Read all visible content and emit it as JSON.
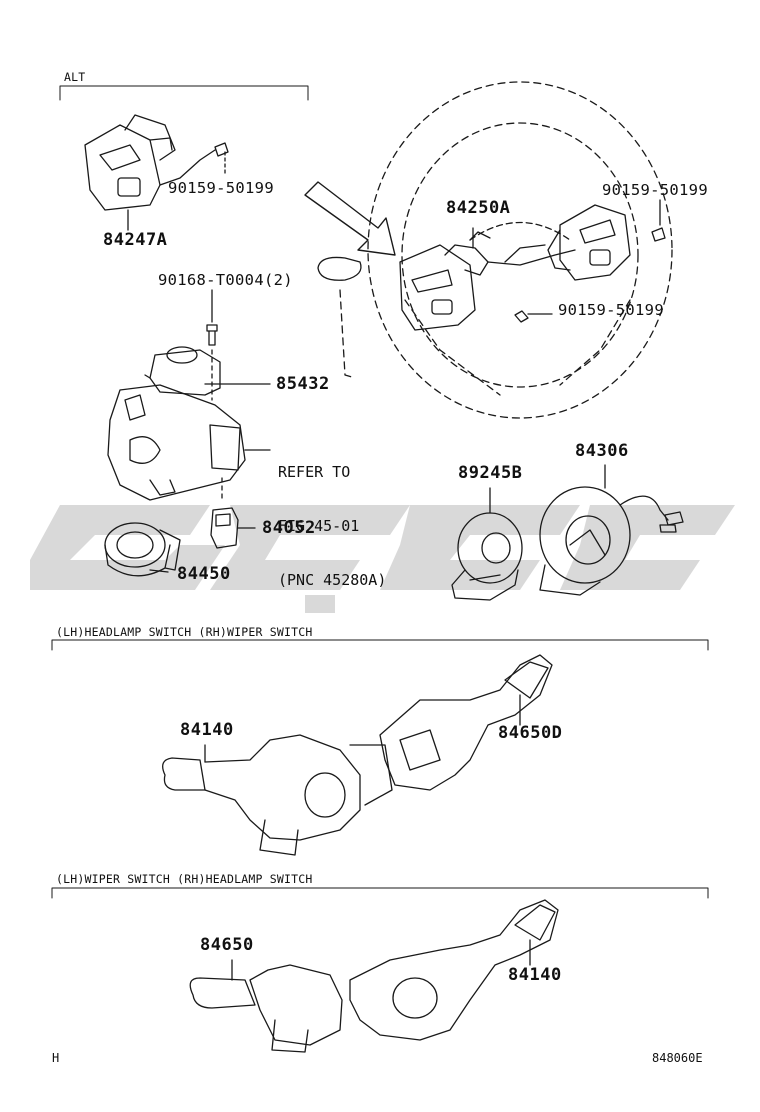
{
  "sections": {
    "alt": "ALT",
    "lh_headlamp_rh_wiper": "(LH)HEADLAMP SWITCH  (RH)WIPER SWITCH",
    "lh_wiper_rh_headlamp": "(LH)WIPER SWITCH  (RH)HEADLAMP SWITCH"
  },
  "parts": {
    "p84247A": "84247A",
    "p90159_alt": "90159-50199",
    "p90168": "90168-T0004(2)",
    "p85432": "85432",
    "p84052": "84052",
    "p84450": "84450",
    "p84250A": "84250A",
    "p90159_right": "90159-50199",
    "p90159_mid": "90159-50199",
    "p89245B": "89245B",
    "p84306": "84306",
    "p84140_top": "84140",
    "p84650D": "84650D",
    "p84650": "84650",
    "p84140_bottom": "84140"
  },
  "reference": {
    "line1": "REFER TO",
    "line2": "FIG 45-01",
    "line3": "(PNC 45280A)"
  },
  "footer": {
    "left_code": "H",
    "diagram_id": "848060E"
  },
  "watermark": {
    "color": "#d9d9d9"
  }
}
